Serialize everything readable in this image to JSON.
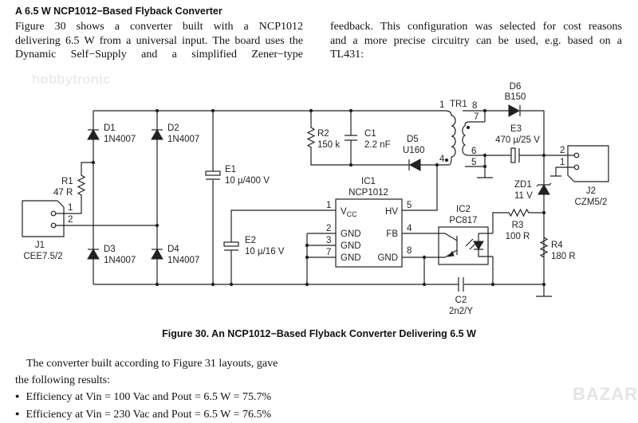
{
  "section_title": "A 6.5 W NCP1012−Based Flyback Converter",
  "intro_left": [
    "Figure 30 shows a converter built with a NCP1012",
    "delivering 6.5 W from a universal input. The board uses the",
    "Dynamic Self−Supply and a simplified Zener−type"
  ],
  "intro_right": [
    "feedback. This configuration was selected for cost reasons",
    "and a more precise circuitry can be used, e.g. based on a",
    "TL431:"
  ],
  "schematic": {
    "D1": "D1",
    "D1v": "1N4007",
    "D2": "D2",
    "D2v": "1N4007",
    "D3": "D3",
    "D3v": "1N4007",
    "D4": "D4",
    "D4v": "1N4007",
    "R1": "R1",
    "R1v": "47 R",
    "J1": "J1",
    "J1v": "CEE7.5/2",
    "J1p1": "1",
    "J1p2": "2",
    "E1": "E1",
    "E1v": "10 µ/400 V",
    "E2": "E2",
    "E2v": "10 µ/16 V",
    "R2": "R2",
    "R2v": "150 k",
    "C1": "C1",
    "C1v": "2.2 nF",
    "D5": "D5",
    "D5v": "U160",
    "TR1": "TR1",
    "tp1": "1",
    "tp4": "4",
    "tp8": "8",
    "tp7": "7",
    "tp6": "6",
    "tp5": "5",
    "D6": "D6",
    "D6v": "B150",
    "E3": "E3",
    "E3v": "470 µ/25 V",
    "J2": "J2",
    "J2v": "CZM5/2",
    "J2p2": "2",
    "J2p1": "1",
    "ZD1": "ZD1",
    "ZD1v": "11 V",
    "IC1": "IC1",
    "IC1v": "NCP1012",
    "ic_pins": {
      "p1": "1",
      "p2": "2",
      "p3": "3",
      "p7": "7",
      "p5": "5",
      "p4": "4",
      "p8": "8"
    },
    "ic_labels": {
      "vcc": "V",
      "vcc_sub": "CC",
      "gnd1": "GND",
      "gnd2": "GND",
      "gnd3": "GND",
      "hv": "HV",
      "fb": "FB",
      "gnd4": "GND"
    },
    "IC2": "IC2",
    "IC2v": "PC817",
    "R3": "R3",
    "R3v": "100 R",
    "R4": "R4",
    "R4v": "180 R",
    "C2": "C2",
    "C2v": "2n2/Y"
  },
  "figure_caption": "Figure 30. An NCP1012−Based Flyback Converter Delivering 6.5 W",
  "results_intro": [
    "The converter built according to Figure 31 layouts, gave",
    "the following results:"
  ],
  "results": [
    "Efficiency at Vin = 100 Vac and Pout = 6.5 W = 75.7%",
    "Efficiency at Vin = 230 Vac and Pout = 6.5 W = 76.5%"
  ],
  "watermarks": {
    "bottom_right": "BAZAR",
    "top_left": "hobbytronic"
  }
}
